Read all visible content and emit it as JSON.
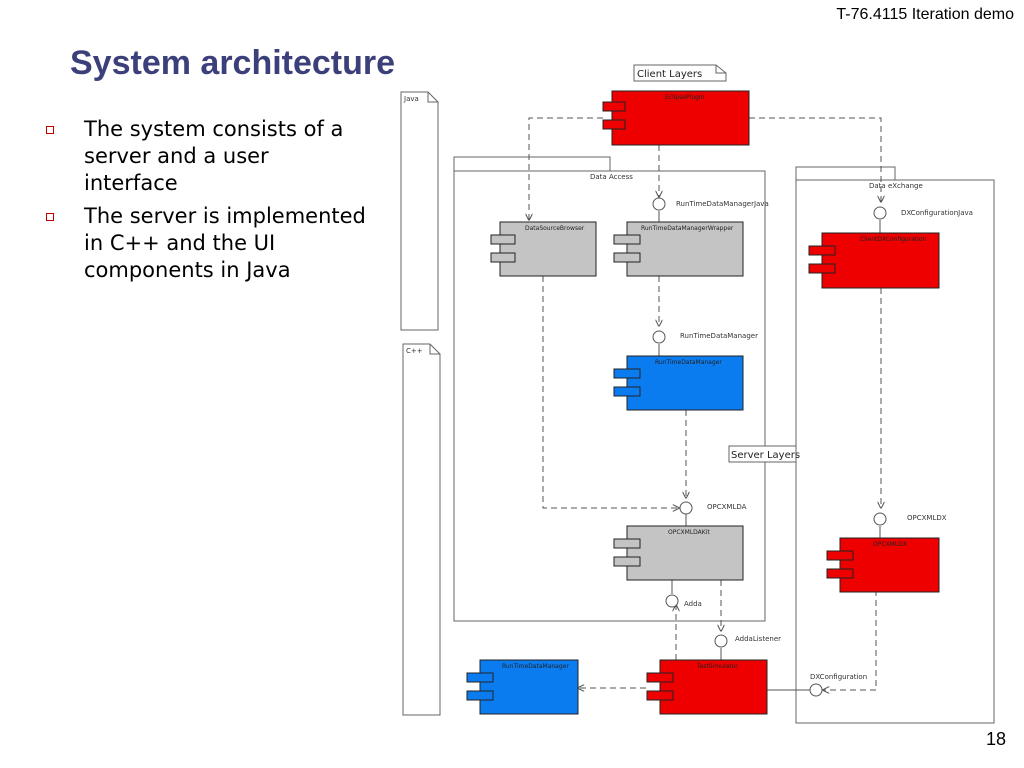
{
  "header": {
    "course_tag": "T-76.4115 Iteration demo"
  },
  "slide": {
    "title": "System architecture",
    "bullets": [
      "The system consists of a server and a user interface",
      "The server is implemented in C++ and the UI components in Java"
    ],
    "page_number": "18"
  },
  "diagram": {
    "notes": {
      "client_layers": "Client Layers",
      "server_layers": "Server Layers",
      "java": "Java",
      "cpp": "C++"
    },
    "packages": {
      "data_access": "Data Access",
      "data_exchange": "Data eXchange"
    },
    "components": {
      "eclipse_plugin": "EclipsePlugin",
      "datasource_browser": "DataSourceBrowser",
      "runtime_wrapper": "RunTimeDataManagerWrapper",
      "runtime_manager": "RunTimeDataManager",
      "client_dx_config": "ClientDXConfiguration",
      "opcxmldakit": "OPCXMLDAKit",
      "opcxmldx": "OPCXMLDX",
      "runtime_manager_2": "RunTimeDataManager",
      "testsimulator": "TestSimulator"
    },
    "interfaces": {
      "runtime_java": "RunTimeDataManagerJava",
      "dx_config_java": "DXConfigurationJava",
      "runtime_manager": "RunTimeDataManager",
      "opcxmlda": "OPCXMLDA",
      "opcxmldx": "OPCXMLDX",
      "adda": "Adda",
      "adda_listener": "AddaListener",
      "dx_configuration": "DXConfiguration"
    },
    "colors": {
      "red": "#ee0000",
      "blue": "#0a7cf0",
      "gray": "#c4c4c4",
      "title_blue": "#3b3f7a"
    }
  }
}
